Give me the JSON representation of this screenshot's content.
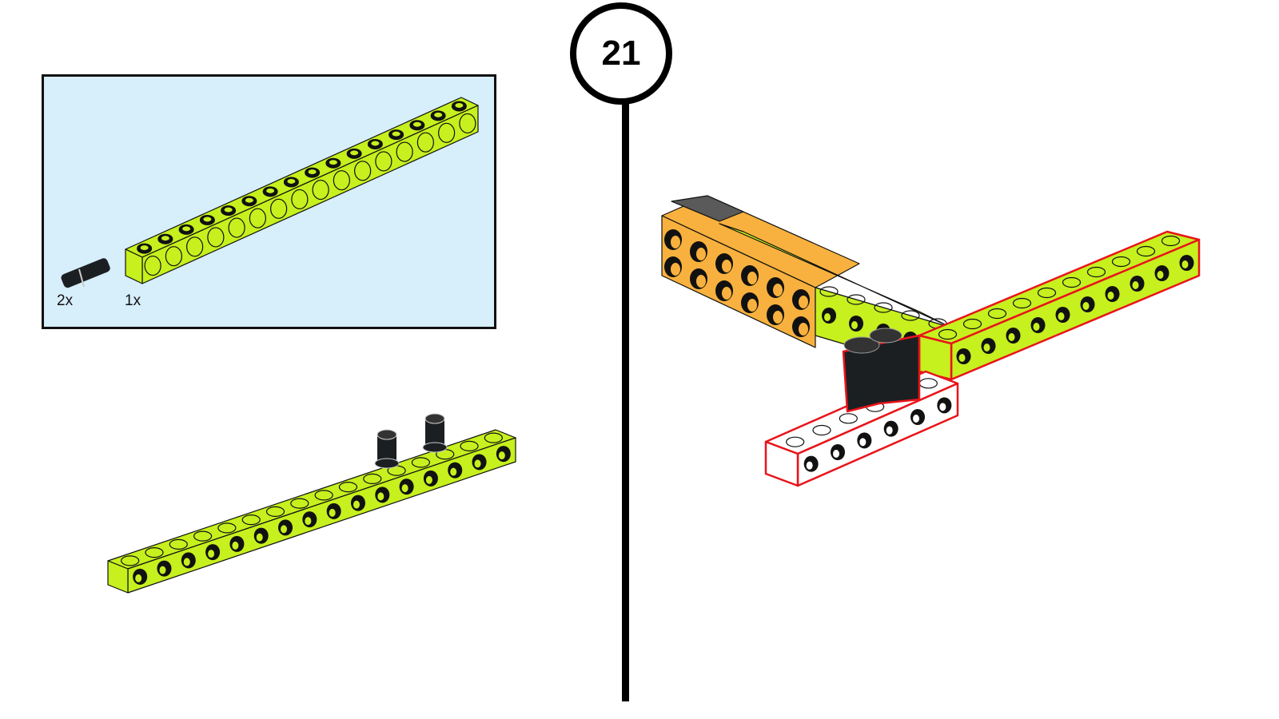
{
  "step": {
    "number": "21"
  },
  "parts_list": [
    {
      "part": "connector-pin",
      "quantity": "2x"
    },
    {
      "part": "technic-beam-16",
      "quantity": "1x"
    }
  ],
  "colors": {
    "parts_bg": "#d7eefb",
    "lime": "#c6f01e",
    "orange": "#f8b13e",
    "black_part": "#1c1f22",
    "highlight": "#e8141a",
    "white_part": "#ffffff",
    "gray": "#5a5a5a"
  }
}
